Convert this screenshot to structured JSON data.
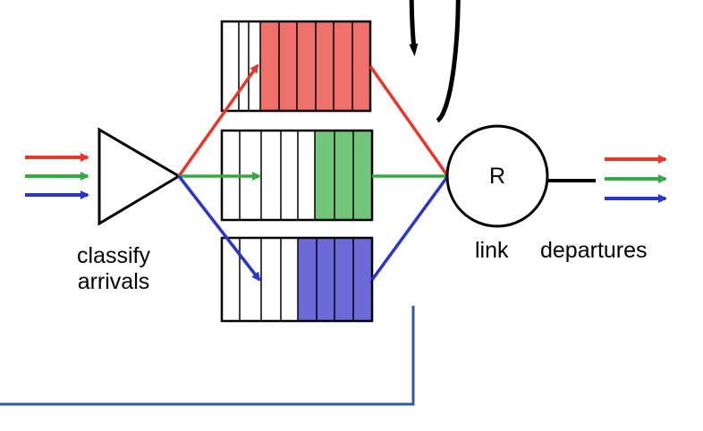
{
  "labels": {
    "classify": "classify",
    "arrivals": "arrivals",
    "router": "R",
    "link": "link",
    "departures": "departures"
  },
  "colors": {
    "red": "#e8372a",
    "green": "#36a844",
    "blue": "#2b35c4",
    "red_fill": "#f0706a",
    "green_fill": "#72c67a",
    "blue_fill": "#6c6ad8",
    "feedback_line": "#2d5d9c"
  },
  "queues": [
    {
      "name": "red",
      "empty_slots": 3,
      "filled_slots": 6
    },
    {
      "name": "green",
      "empty_slots": 5,
      "filled_slots": 3
    },
    {
      "name": "blue",
      "empty_slots": 4,
      "filled_slots": 4
    }
  ]
}
